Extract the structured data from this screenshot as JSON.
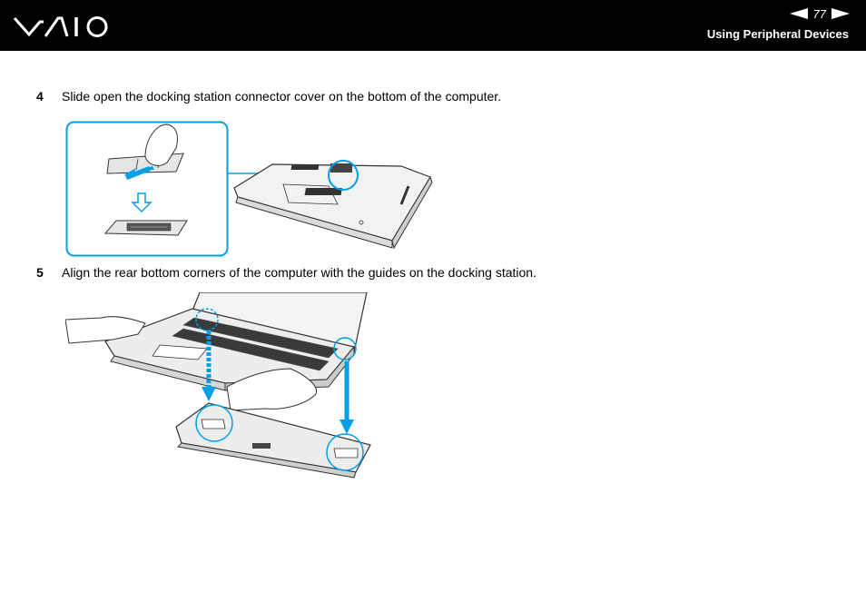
{
  "header": {
    "logo_text": "VAIO",
    "page_number": "77",
    "section_title": "Using Peripheral Devices",
    "prev_icon": "triangle-left-icon",
    "next_icon": "triangle-right-icon",
    "background_color": "#000000"
  },
  "steps": [
    {
      "number": "4",
      "text": "Slide open the docking station connector cover on the bottom of the computer."
    },
    {
      "number": "5",
      "text": "Align the rear bottom corners of the computer with the guides on the docking station."
    }
  ],
  "colors": {
    "accent": "#00a0e9",
    "line": "#333333",
    "fill_light": "#e6e6e6"
  }
}
